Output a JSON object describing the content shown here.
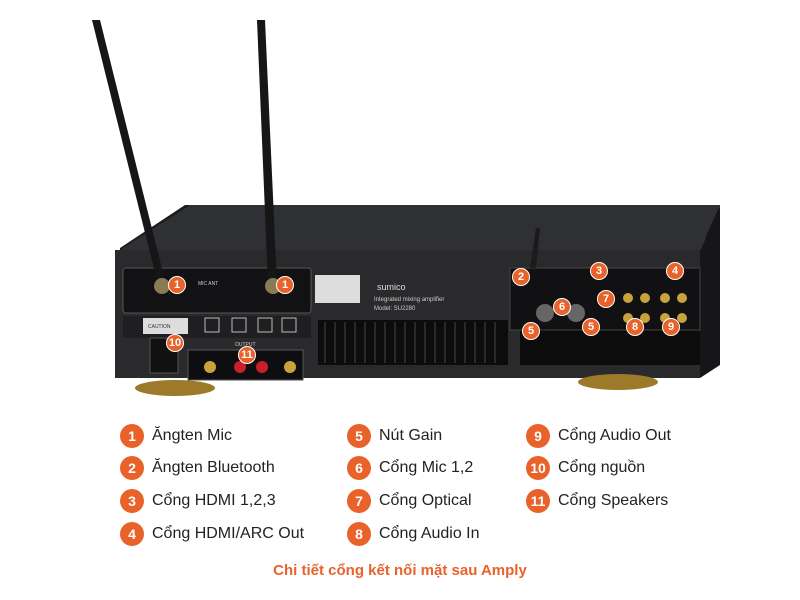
{
  "markers": [
    "1",
    "1",
    "2",
    "3",
    "4",
    "5",
    "5",
    "6",
    "7",
    "8",
    "9",
    "10",
    "11"
  ],
  "device": {
    "brand": "sumico",
    "product_line": "Integrated mixing amplifier",
    "model": "Model: SU2280",
    "mic_ant_label": "MIC ANT",
    "caution_label": "CAUTION",
    "output_label": "OUTPUT"
  },
  "legend": [
    {
      "num": "1",
      "label": "Ăngten Mic"
    },
    {
      "num": "2",
      "label": "Ăngten Bluetooth"
    },
    {
      "num": "3",
      "label": "Cổng HDMI 1,2,3"
    },
    {
      "num": "4",
      "label": "Cổng HDMI/ARC Out"
    },
    {
      "num": "5",
      "label": "Nút Gain"
    },
    {
      "num": "6",
      "label": "Cổng Mic 1,2"
    },
    {
      "num": "7",
      "label": "Cổng Optical"
    },
    {
      "num": "8",
      "label": "Cổng Audio In"
    },
    {
      "num": "9",
      "label": "Cổng Audio Out"
    },
    {
      "num": "10",
      "label": "Cổng nguồn"
    },
    {
      "num": "11",
      "label": "Cổng Speakers"
    }
  ],
  "caption": "Chi tiết cổng kết nối mặt sau Amply",
  "accent_color": "#e8622a"
}
